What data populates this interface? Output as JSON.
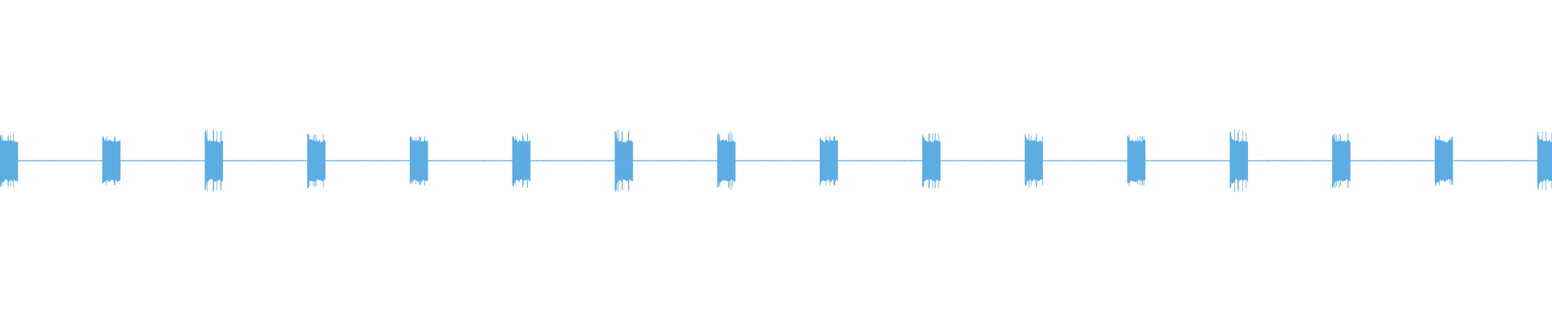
{
  "waveform": {
    "color": "#5dade2",
    "background": "#ffffff",
    "burst_count": 16,
    "burst_interval_seconds": 1.0,
    "burst_peak_amplitude": 0.36,
    "burst_sustain_amplitude": 0.26,
    "silence_amplitude": 0.01,
    "bursts": [
      {
        "index": 1,
        "peak": 0.34
      },
      {
        "index": 2,
        "peak": 0.3
      },
      {
        "index": 3,
        "peak": 0.38
      },
      {
        "index": 4,
        "peak": 0.34
      },
      {
        "index": 5,
        "peak": 0.31
      },
      {
        "index": 6,
        "peak": 0.33
      },
      {
        "index": 7,
        "peak": 0.39
      },
      {
        "index": 8,
        "peak": 0.36
      },
      {
        "index": 9,
        "peak": 0.31
      },
      {
        "index": 10,
        "peak": 0.34
      },
      {
        "index": 11,
        "peak": 0.33
      },
      {
        "index": 12,
        "peak": 0.32
      },
      {
        "index": 13,
        "peak": 0.38
      },
      {
        "index": 14,
        "peak": 0.34
      },
      {
        "index": 15,
        "peak": 0.31
      },
      {
        "index": 16,
        "peak": 0.36
      }
    ]
  }
}
